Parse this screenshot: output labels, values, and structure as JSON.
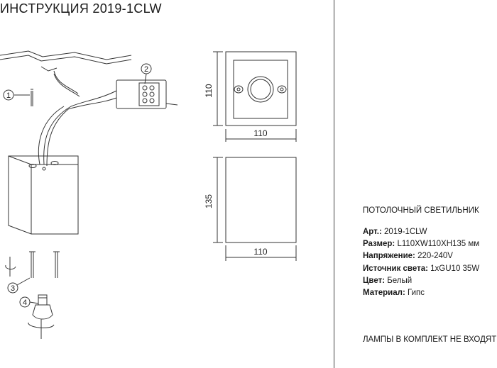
{
  "title": "ИНСТРУКЦИЯ 2019-1CLW",
  "dimensions": {
    "top_height": "110",
    "top_width": "110",
    "side_height": "135",
    "side_width": "110"
  },
  "callouts": [
    "1",
    "2",
    "3",
    "4"
  ],
  "product_type": "ПОТОЛОЧНЫЙ СВЕТИЛЬНИК",
  "specs": [
    {
      "label": "Арт.:",
      "value": "2019-1CLW"
    },
    {
      "label": "Размер:",
      "value": "L110XW110XH135 мм"
    },
    {
      "label": "Напряжение:",
      "value": "220-240V"
    },
    {
      "label": "Источник света:",
      "value": "1xGU10 35W"
    },
    {
      "label": "Цвет:",
      "value": "Белый"
    },
    {
      "label": "Материал:",
      "value": "Гипс"
    }
  ],
  "note": "ЛАМПЫ В КОМПЛЕКТ НЕ ВХОДЯТ"
}
